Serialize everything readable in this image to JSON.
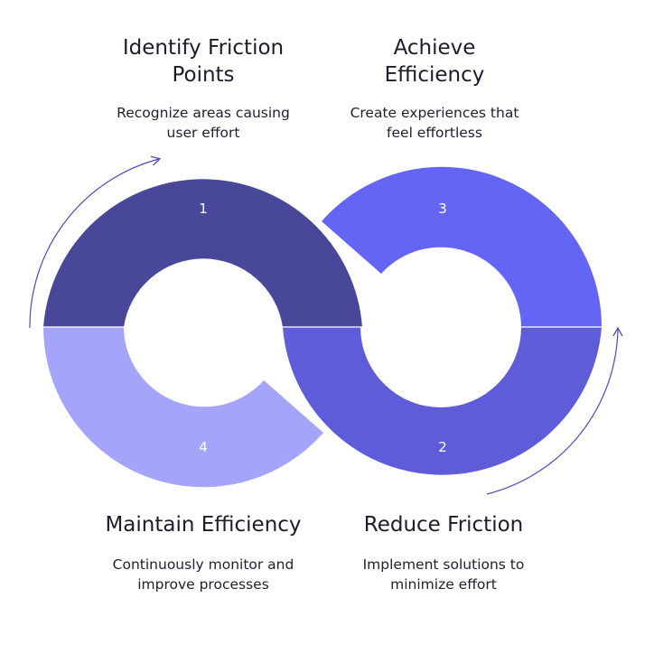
{
  "colors": {
    "segment_1": "#48479a",
    "segment_2": "#5e5cd9",
    "segment_3": "#6565f5",
    "segment_4": "#a5a4fb",
    "arrow": "#4c4ac0",
    "background": "#ffffff"
  },
  "steps": [
    {
      "number": "1",
      "title": [
        "Identify Friction",
        "Points"
      ],
      "description": [
        "Recognize areas causing",
        "user effort"
      ]
    },
    {
      "number": "2",
      "title": [
        "Reduce Friction"
      ],
      "description": [
        "Implement solutions to",
        "minimize effort"
      ]
    },
    {
      "number": "3",
      "title": [
        "Achieve",
        "Efficiency"
      ],
      "description": [
        "Create experiences that",
        "feel effortless"
      ]
    },
    {
      "number": "4",
      "title": [
        "Maintain Efficiency"
      ],
      "description": [
        "Continuously monitor and",
        "improve processes"
      ]
    }
  ]
}
